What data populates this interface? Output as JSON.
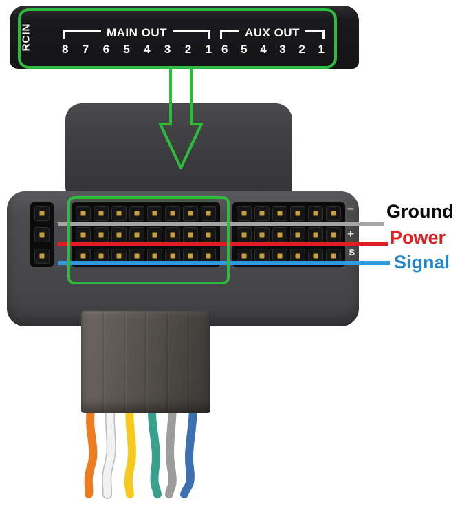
{
  "top_panel": {
    "rcin_label": "RCIN",
    "main_out": {
      "label": "MAIN OUT",
      "pins": [
        "8",
        "7",
        "6",
        "5",
        "4",
        "3",
        "2",
        "1"
      ]
    },
    "aux_out": {
      "label": "AUX OUT",
      "pins": [
        "6",
        "5",
        "4",
        "3",
        "2",
        "1"
      ]
    }
  },
  "connector": {
    "rows": 3,
    "groups": {
      "rcin_columns": 1,
      "main_out_columns": 8,
      "aux_out_columns": 6
    },
    "rail_markers": {
      "ground": "−",
      "power": "+",
      "signal": "s"
    }
  },
  "legend": {
    "ground": {
      "label": "Ground",
      "line_color": "#a6a6a6",
      "text_color": "#0a0a0a"
    },
    "power": {
      "label": "Power",
      "line_color": "#e01f23",
      "text_color": "#e01f23"
    },
    "signal": {
      "label": "Signal",
      "line_color": "#2e9be0",
      "text_color": "#2386c8"
    }
  },
  "highlight_color": "#2dbb3c",
  "wires": [
    {
      "name": "orange-wire",
      "color": "#ee7b1e"
    },
    {
      "name": "white-wire",
      "color": "#f2f2f2"
    },
    {
      "name": "yellow-wire",
      "color": "#f6c91e"
    },
    {
      "name": "green-wire",
      "color": "#38a18d"
    },
    {
      "name": "gray-wire",
      "color": "#9c9c9c"
    },
    {
      "name": "blue-wire",
      "color": "#3e6fb0"
    }
  ]
}
